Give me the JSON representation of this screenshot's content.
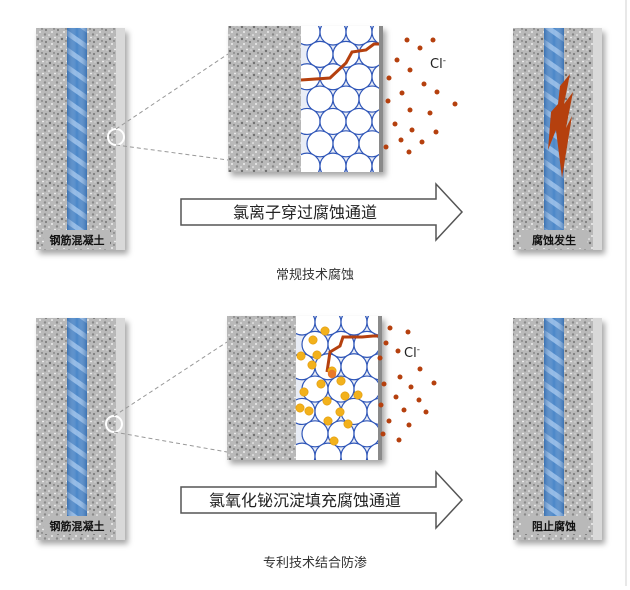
{
  "top": {
    "left_label": "钢筋混凝土",
    "arrow_text": "氯离子穿过腐蚀通道",
    "ion_label": "Cl",
    "ion_sup": "-",
    "right_label": "腐蚀发生",
    "caption": "常规技术腐蚀"
  },
  "bottom": {
    "left_label": "钢筋混凝土",
    "arrow_text": "氯氧化铋沉淀填充腐蚀通道",
    "ion_label": "Cl",
    "ion_sup": "-",
    "right_label": "阻止腐蚀",
    "caption": "专利技术结合防渗"
  },
  "colors": {
    "rebar": "#4a86c8",
    "rust": "#b5400e",
    "ion": "#b5400e",
    "precipitate": "#f2b11c",
    "cell_stroke": "#2f56b8"
  }
}
